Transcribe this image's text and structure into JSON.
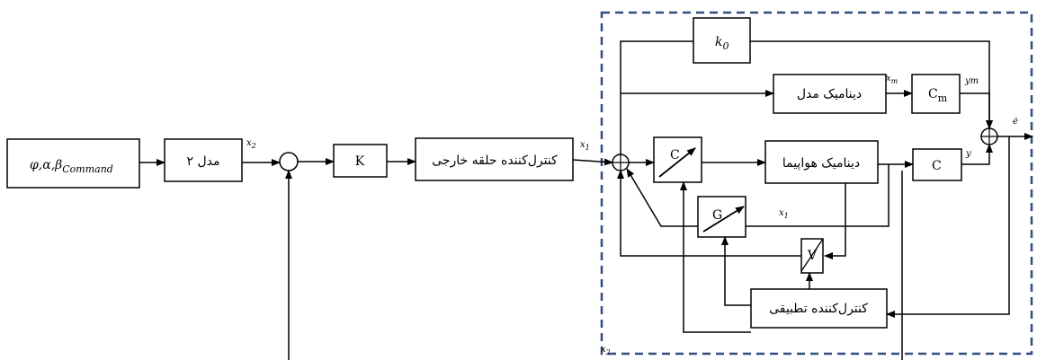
{
  "blocks": {
    "command": "φ,α,β",
    "command_sub": "Command",
    "model2": "مدل ۲",
    "gain_k": "K",
    "outer_controller": "کنترل‌کننده حلقه خارجی",
    "k0": "k",
    "k0_sub": "0",
    "model_dynamics": "دینامیک مدل",
    "cm": "C",
    "cm_sub": "m",
    "c_gain": "C",
    "aircraft_dynamics": "دینامیک هواپیما",
    "c_out": "C",
    "g_gain": "G",
    "v_gain": "V",
    "adaptive_controller": "کنترل‌کننده تطبیقی"
  },
  "signals": {
    "x2_top": "x",
    "x2_top_sub": "2",
    "x1_in": "x",
    "x1_in_sub": "1",
    "xm": "x",
    "xm_sub": "m",
    "ym": "ym",
    "y": "y",
    "x1_fb": "x",
    "x1_fb_sub": "1",
    "e": "ė",
    "x2_bottom": "x",
    "x2_bottom_sub": "2"
  },
  "colors": {
    "dashed_box": "#2f4f7f"
  }
}
